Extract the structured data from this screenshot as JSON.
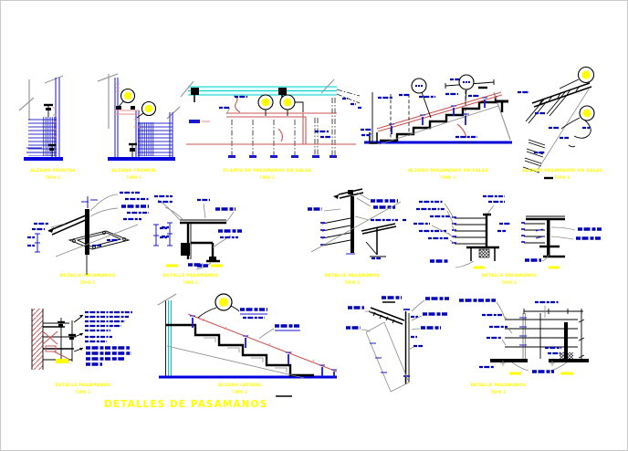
{
  "title": "DETALLES DE PASAMANOS",
  "panels": [
    {
      "id": "alzado-frontal-1",
      "line1": "ALZADO FRONTAL",
      "line2": "TIPO 1"
    },
    {
      "id": "alzado-frontal-2",
      "line1": "ALZADO FRONTAL",
      "line2": "TIPO 1"
    },
    {
      "id": "planta-pasamanos",
      "line1": "PLANTA DE PASAMANOS EN SALAS",
      "line2": "TIPO 1"
    },
    {
      "id": "alzado-pasamanos-salas-1",
      "line1": "ALZADO PASAMANOS EN SALAS",
      "line2": "TIPO 1"
    },
    {
      "id": "alzado-pasamanos-salas-2",
      "line1": "ALZADO PASAMANOS EN SALAS",
      "line2": "TIPO 1"
    },
    {
      "id": "detalle-pasamanos-1",
      "line1": "DETALLE PASAMANOS",
      "line2": "TIPO 1"
    },
    {
      "id": "detalle-pasamanos-2",
      "line1": "DETALLE PASAMANOS",
      "line2": "TIPO 1"
    },
    {
      "id": "detalle-pasamanos-3",
      "line1": "DETALLE PASAMANOS",
      "line2": "TIPO 1"
    },
    {
      "id": "detalle-pasamanos-4",
      "line1": "DETALLE PASAMANOS",
      "line2": "TIPO 1"
    },
    {
      "id": "detalle-pasamanos-muro",
      "line1": "DETALLE PASAMANOS",
      "line2": "TIPO 1"
    },
    {
      "id": "alzado-lateral",
      "line1": "ALZADO LATERAL",
      "line2": "TIPO 1"
    },
    {
      "id": "detalle-pasamanos-5",
      "line1": "DETALLE PASAMANOS",
      "line2": "TIPO 1"
    }
  ],
  "colors": {
    "background": "#ffffff",
    "label_yellow": "#ffff00",
    "line_black": "#000000",
    "line_blue": "#1a1acc",
    "annotation_blue": "#0000bb",
    "handrail_red": "#cc5555",
    "wall_hatch_red": "#cc4444",
    "wall_cyan": "#00cccc",
    "construction_gray": "#9a9a9a"
  }
}
